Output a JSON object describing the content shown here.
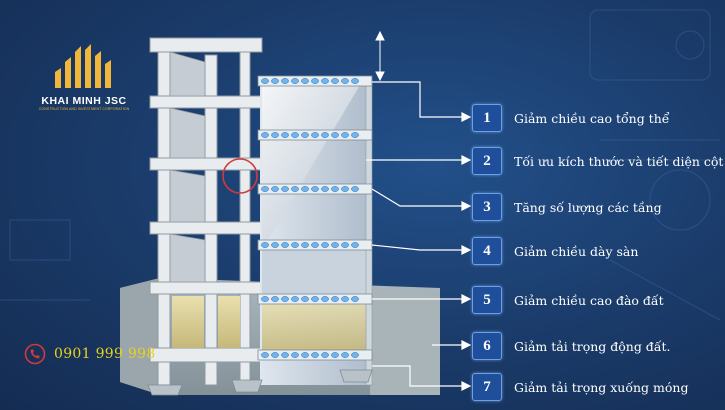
{
  "logo": {
    "name": "KHAI MINH JSC",
    "tagline": "CONSTRUCTION AND INVESTMENT CORPORATION"
  },
  "contact": {
    "phone": "0901 999 998"
  },
  "benefits": [
    {
      "number": "1",
      "text": "Giảm chiều cao tổng thể"
    },
    {
      "number": "2",
      "text": "Tối ưu kích thước và tiết diện cột"
    },
    {
      "number": "3",
      "text": "Tăng số lượng các tầng"
    },
    {
      "number": "4",
      "text": "Giảm chiều dày sàn"
    },
    {
      "number": "5",
      "text": "Giảm chiều cao đào đất"
    },
    {
      "number": "6",
      "text": "Giảm tải trọng động đất."
    },
    {
      "number": "7",
      "text": "Giảm tải trọng xuống móng"
    }
  ],
  "colors": {
    "background": "#1a3a68",
    "accent": "#1f4e9a",
    "phone": "#e8d21a",
    "highlight-circle": "#d23a3a"
  }
}
